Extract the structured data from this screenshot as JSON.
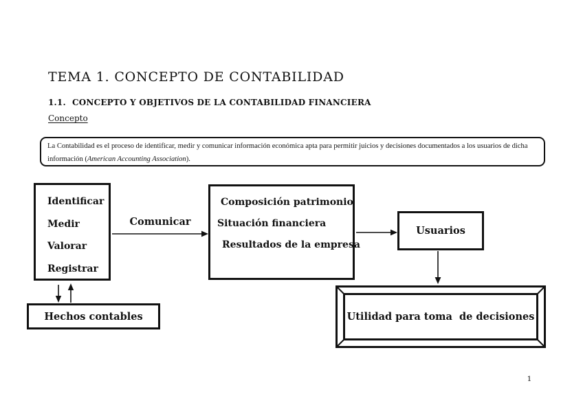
{
  "colors": {
    "ink": "#111111",
    "background": "#ffffff"
  },
  "document": {
    "title": "TEMA 1. CONCEPTO DE CONTABILIDAD",
    "section": {
      "number": "1.1.",
      "title": "CONCEPTO Y OBJETIVOS DE LA CONTABILIDAD FINANCIERA"
    },
    "subheading": "Concepto",
    "definition": {
      "text": "La Contabilidad es el proceso de identificar, medir y comunicar información económica apta para permitir juicios y decisiones documentados a los usuarios de dicha información (",
      "source": "American Accounting Association",
      "closing": ")."
    },
    "page_number": "1"
  },
  "diagram": {
    "process_box": {
      "items": [
        "Identificar",
        "Medir",
        "Valorar",
        "Registrar"
      ]
    },
    "comunicar_label": "Comunicar",
    "info_box": {
      "items": [
        "Composición patrimonio",
        "Situación financiera",
        "Resultados de la empresa"
      ]
    },
    "users_label": "Usuarios",
    "facts_label": "Hechos contables",
    "utility_label": "Utilidad para toma  de decisiones"
  }
}
